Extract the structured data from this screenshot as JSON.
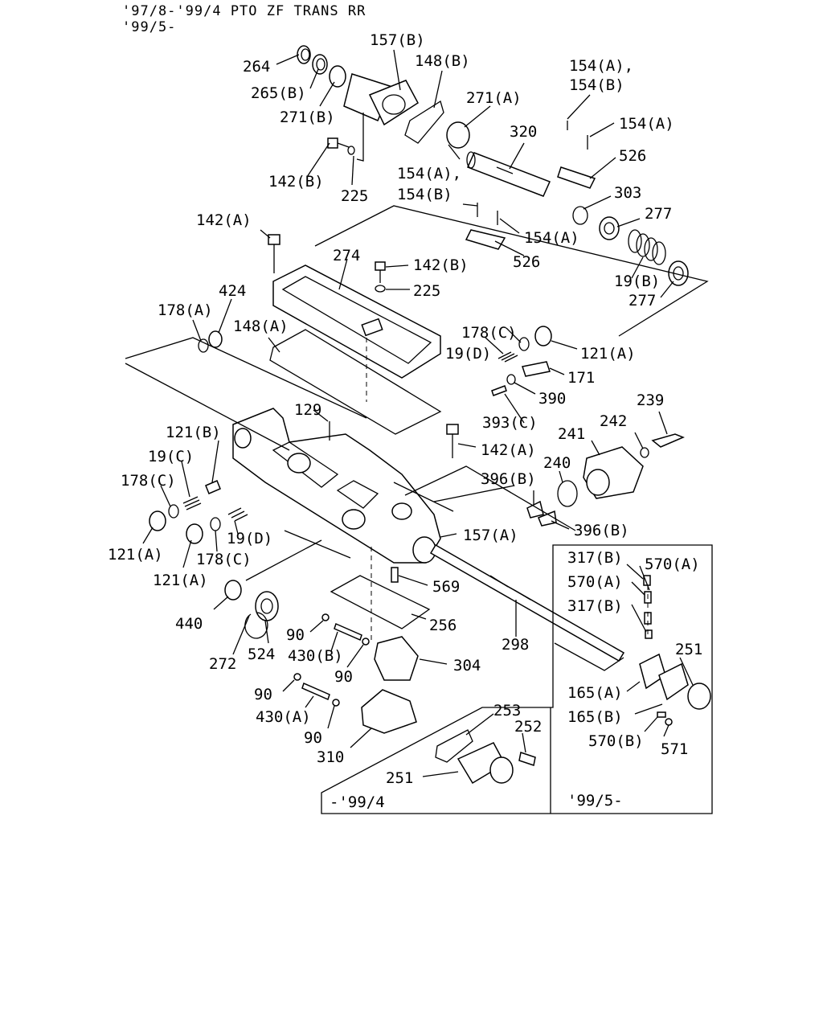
{
  "header": {
    "line1": "'97/8-'99/4 PTO ZF TRANS RR",
    "line2": "'99/5-"
  },
  "callouts": [
    {
      "id": "c1",
      "text": "264"
    },
    {
      "id": "c2",
      "text": "265(B)"
    },
    {
      "id": "c3",
      "text": "271(B)"
    },
    {
      "id": "c4",
      "text": "157(B)"
    },
    {
      "id": "c5",
      "text": "148(B)"
    },
    {
      "id": "c6",
      "text": "271(A)"
    },
    {
      "id": "c7",
      "text": "154(A),"
    },
    {
      "id": "c8",
      "text": "154(B)"
    },
    {
      "id": "c9",
      "text": "154(A)"
    },
    {
      "id": "c10",
      "text": "320"
    },
    {
      "id": "c11",
      "text": "526"
    },
    {
      "id": "c12",
      "text": "142(B)"
    },
    {
      "id": "c13",
      "text": "225"
    },
    {
      "id": "c14",
      "text": "154(A),"
    },
    {
      "id": "c15",
      "text": "154(B)"
    },
    {
      "id": "c16",
      "text": "303"
    },
    {
      "id": "c17",
      "text": "277"
    },
    {
      "id": "c18",
      "text": "154(A)"
    },
    {
      "id": "c19",
      "text": "526"
    },
    {
      "id": "c20",
      "text": "142(A)"
    },
    {
      "id": "c21",
      "text": "274"
    },
    {
      "id": "c22",
      "text": "142(B)"
    },
    {
      "id": "c23",
      "text": "225"
    },
    {
      "id": "c24",
      "text": "19(B)"
    },
    {
      "id": "c25",
      "text": "277"
    },
    {
      "id": "c26",
      "text": "424"
    },
    {
      "id": "c27",
      "text": "178(A)"
    },
    {
      "id": "c28",
      "text": "148(A)"
    },
    {
      "id": "c29",
      "text": "178(C)"
    },
    {
      "id": "c30",
      "text": "19(D)"
    },
    {
      "id": "c31",
      "text": "121(A)"
    },
    {
      "id": "c32",
      "text": "171"
    },
    {
      "id": "c33",
      "text": "390"
    },
    {
      "id": "c34",
      "text": "129"
    },
    {
      "id": "c35",
      "text": "393(C)"
    },
    {
      "id": "c36",
      "text": "239"
    },
    {
      "id": "c37",
      "text": "121(B)"
    },
    {
      "id": "c38",
      "text": "242"
    },
    {
      "id": "c39",
      "text": "19(C)"
    },
    {
      "id": "c40",
      "text": "142(A)"
    },
    {
      "id": "c41",
      "text": "241"
    },
    {
      "id": "c42",
      "text": "178(C)"
    },
    {
      "id": "c43",
      "text": "240"
    },
    {
      "id": "c44",
      "text": "396(B)"
    },
    {
      "id": "c45",
      "text": "157(A)"
    },
    {
      "id": "c46",
      "text": "396(B)"
    },
    {
      "id": "c47",
      "text": "121(A)"
    },
    {
      "id": "c48",
      "text": "178(C)"
    },
    {
      "id": "c49",
      "text": "19(D)"
    },
    {
      "id": "c50",
      "text": "121(A)"
    },
    {
      "id": "c51",
      "text": "317(B)"
    },
    {
      "id": "c52",
      "text": "570(A)"
    },
    {
      "id": "c53",
      "text": "570(A)"
    },
    {
      "id": "c54",
      "text": "317(B)"
    },
    {
      "id": "c55",
      "text": "569"
    },
    {
      "id": "c56",
      "text": "440"
    },
    {
      "id": "c57",
      "text": "256"
    },
    {
      "id": "c58",
      "text": "90"
    },
    {
      "id": "c59",
      "text": "298"
    },
    {
      "id": "c60",
      "text": "251"
    },
    {
      "id": "c61",
      "text": "272"
    },
    {
      "id": "c62",
      "text": "524"
    },
    {
      "id": "c63",
      "text": "430(B)"
    },
    {
      "id": "c64",
      "text": "304"
    },
    {
      "id": "c65",
      "text": "90"
    },
    {
      "id": "c66",
      "text": "165(A)"
    },
    {
      "id": "c67",
      "text": "90"
    },
    {
      "id": "c68",
      "text": "430(A)"
    },
    {
      "id": "c69",
      "text": "165(B)"
    },
    {
      "id": "c70",
      "text": "253"
    },
    {
      "id": "c71",
      "text": "252"
    },
    {
      "id": "c72",
      "text": "90"
    },
    {
      "id": "c73",
      "text": "570(B)"
    },
    {
      "id": "c74",
      "text": "571"
    },
    {
      "id": "c75",
      "text": "310"
    },
    {
      "id": "c76",
      "text": "251"
    }
  ],
  "inset": {
    "left_label": "-'99/4",
    "right_label": "'99/5-"
  }
}
